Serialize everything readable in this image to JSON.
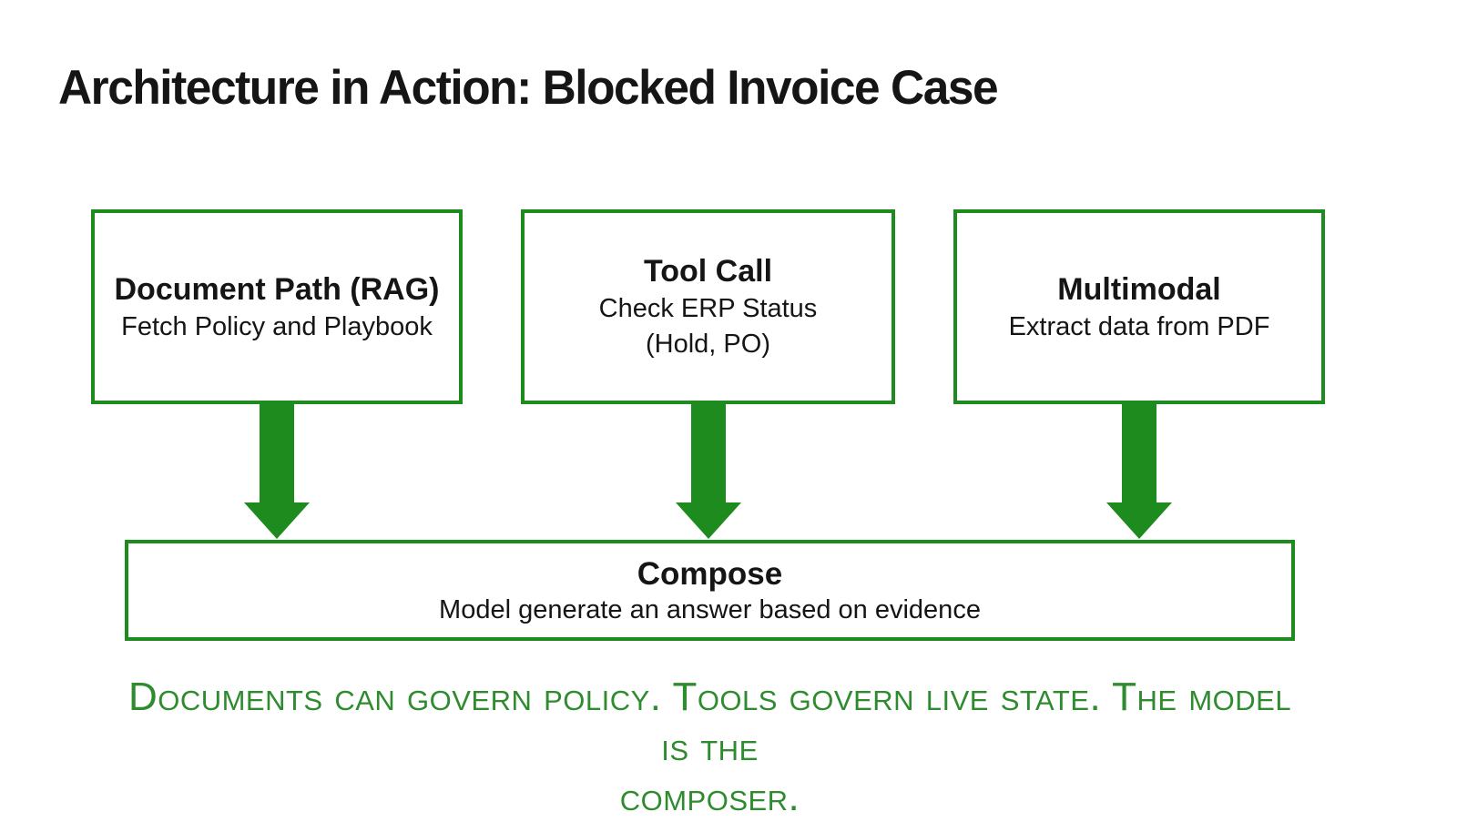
{
  "title": "Architecture in Action: Blocked Invoice Case",
  "colors": {
    "diagram_green": "#1e8b1e",
    "caption_green": "#2e8b2e",
    "text_black": "#151515"
  },
  "nodes": [
    {
      "title": "Document Path (RAG)",
      "subtitle": "Fetch Policy and Playbook"
    },
    {
      "title": "Tool Call",
      "subtitle": "Check ERP Status\n(Hold, PO)"
    },
    {
      "title": "Multimodal",
      "subtitle": "Extract data from PDF"
    }
  ],
  "compose": {
    "title": "Compose",
    "subtitle": "Model generate an answer based on evidence"
  },
  "caption": {
    "full_text": "Documents can govern policy. Tools govern live state. The model is the composer.",
    "line1": "Documents can govern policy. Tools govern live state. The model is the",
    "line2": "composer."
  }
}
